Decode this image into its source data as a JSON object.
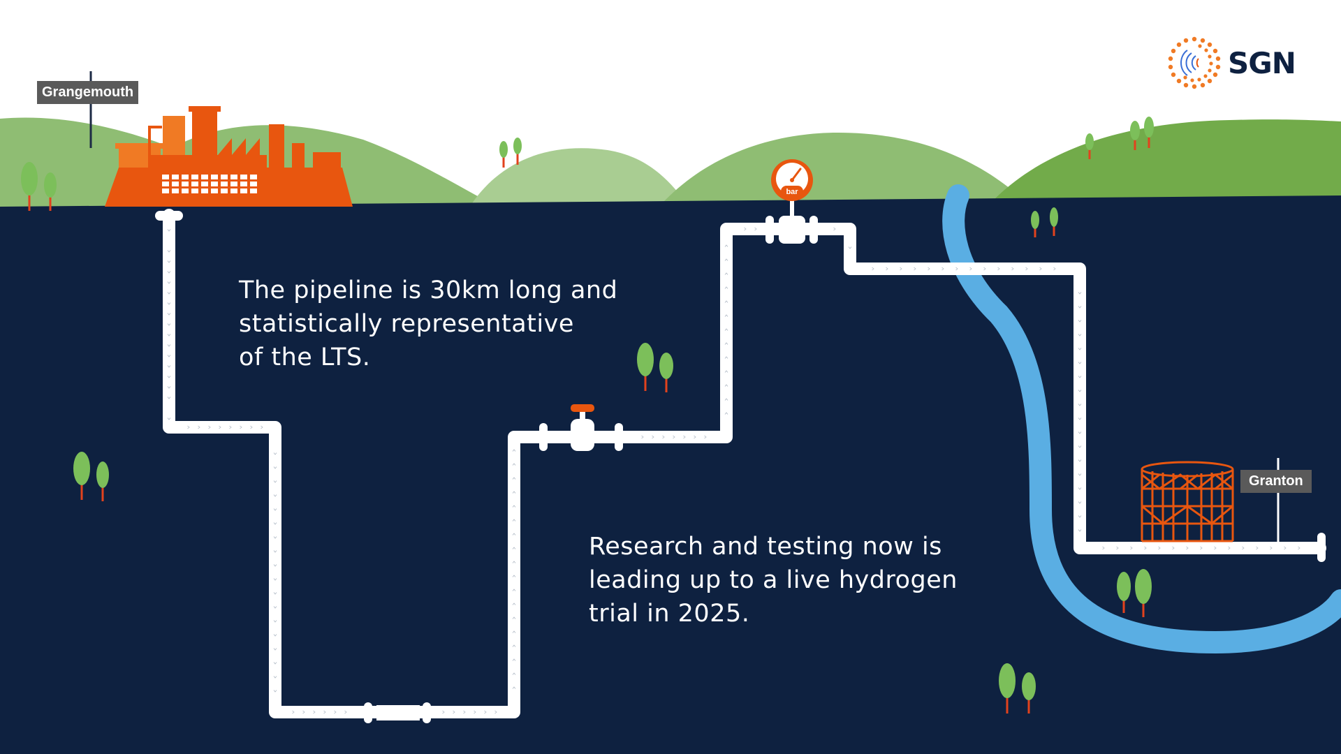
{
  "labels": {
    "start": "Grangemouth",
    "end": "Granton",
    "gauge_unit": "bar"
  },
  "captions": {
    "pipeline": [
      "The pipeline is 30km long and",
      "statistically representative",
      "of the LTS."
    ],
    "trial": [
      "Research and testing now is",
      "leading up to a live hydrogen",
      "trial in 2025."
    ]
  },
  "logo": {
    "text": "SGN"
  },
  "colors": {
    "background": "#0e2140",
    "sky": "#ffffff",
    "hill_light": "#a9cd92",
    "hill_mid": "#8fbd73",
    "hill_dark": "#72ab4a",
    "factory": "#e8560f",
    "factory_light": "#f07a24",
    "pipe": "#ffffff",
    "river": "#5aaee3",
    "tree_leaf": "#7cbf5a",
    "tree_trunk": "#e2421d",
    "label_bg": "#5a5a5a"
  },
  "icons": {
    "factory": "factory-icon",
    "valve": "valve-icon",
    "gauge": "pressure-gauge-icon",
    "gasholder": "gasholder-icon",
    "logo": "sgn-logo-icon"
  }
}
